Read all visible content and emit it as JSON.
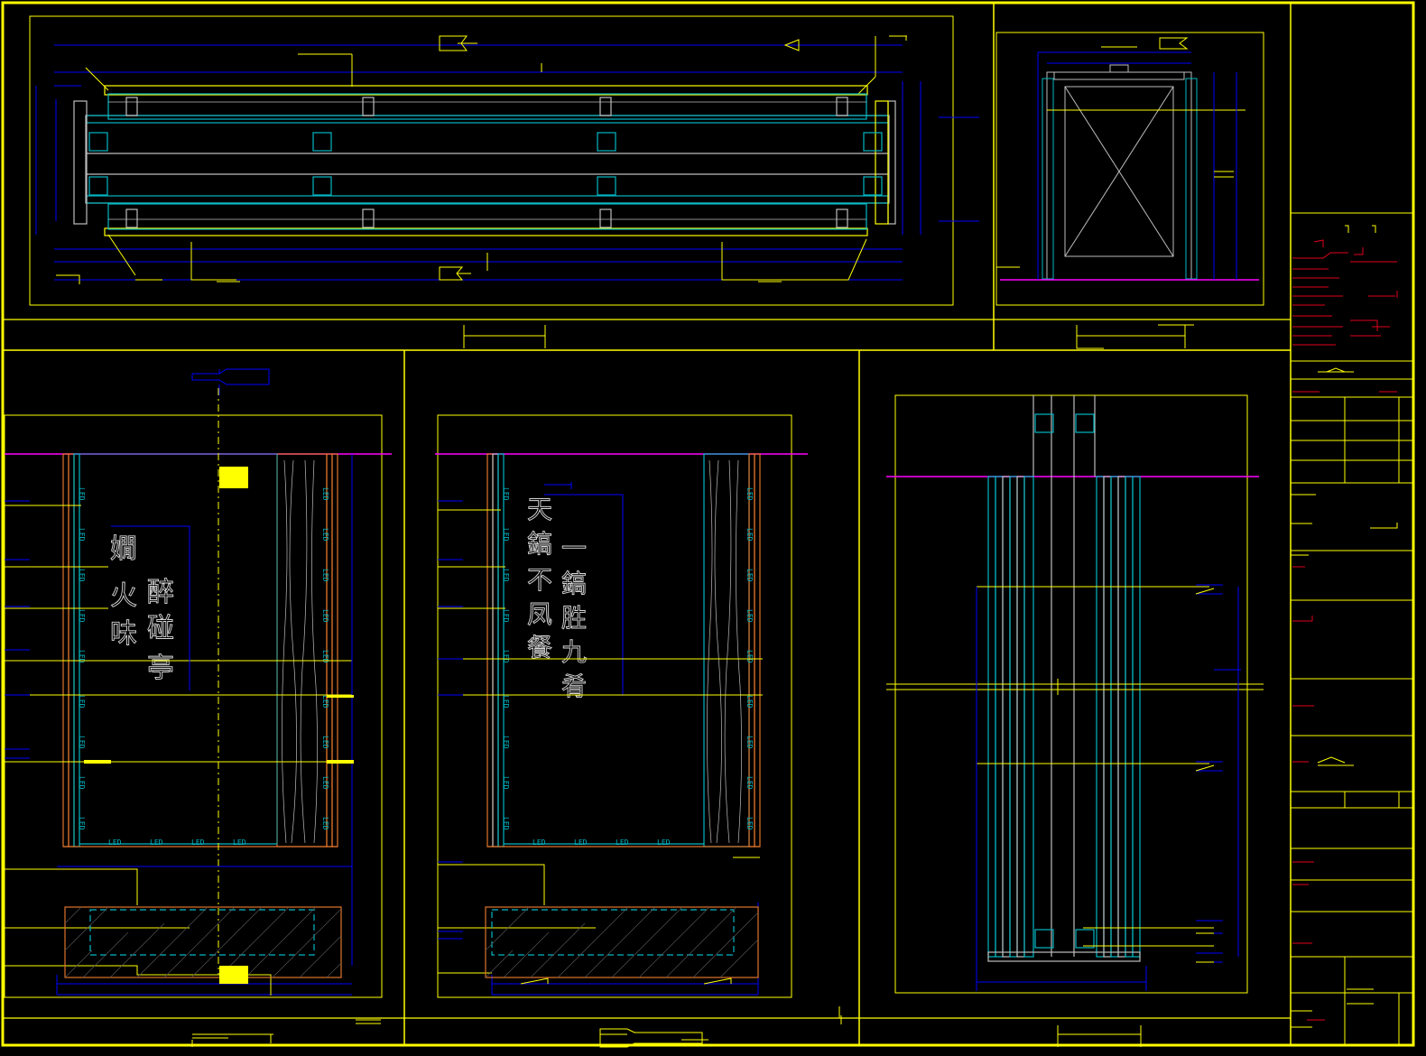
{
  "drawing": {
    "colors": {
      "background": "#000000",
      "frame": "#ffff00",
      "dimension": "#0000ff",
      "cyan": "#00b7c3",
      "orange": "#e0742a",
      "magenta": "#ff00ff",
      "red": "#e0001b",
      "white": "#ffffff",
      "grey": "#bdbdbd"
    },
    "led_label": "LED",
    "elevation_left": {
      "calligraphy": [
        "嫺",
        "火",
        "味",
        "醉",
        "碰",
        "亭"
      ]
    },
    "elevation_mid": {
      "calligraphy": [
        "天",
        "鎬",
        "不",
        "凤",
        "餐",
        "一",
        "鎬",
        "胜",
        "九",
        "肴"
      ]
    }
  }
}
